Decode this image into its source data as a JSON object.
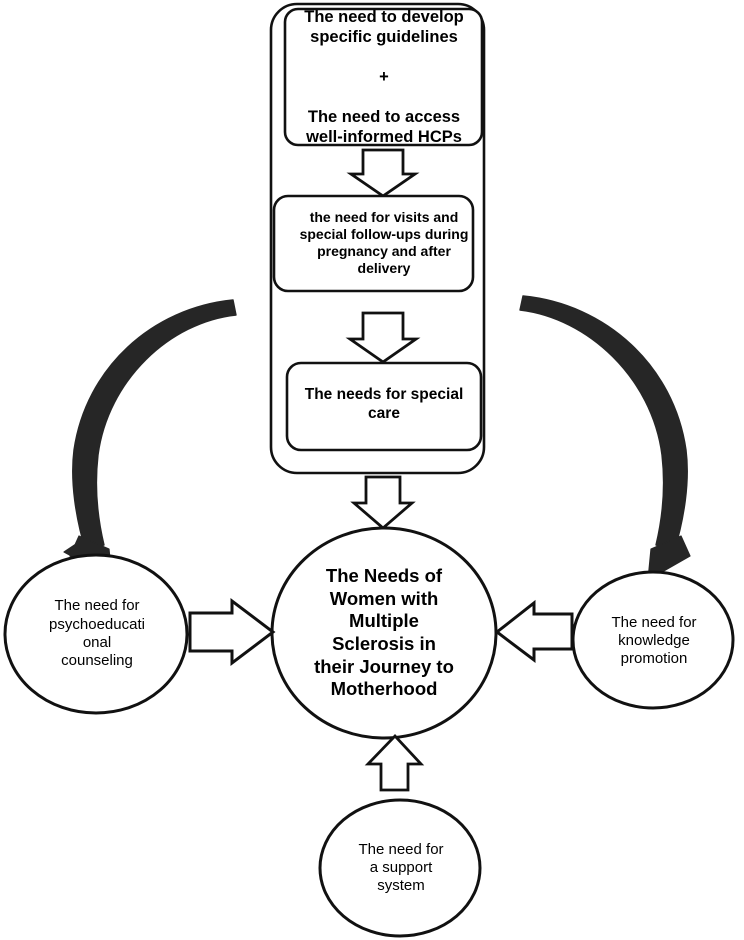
{
  "diagram": {
    "title": "The Needs of Women with Multiple Sclerosis in their Journey to Motherhood",
    "stroke_color": "#111111",
    "fill_color": "#ffffff",
    "arrow_fill_dark": "#262626",
    "group_box": {
      "name": "needs-for-special-care-group"
    },
    "boxes": [
      {
        "id": "guidelines",
        "text": "The need to develop\nspecific guidelines\n\n+\n\nThe need to access\nwell-informed HCPs"
      },
      {
        "id": "visits",
        "text": "the need for visits and\nspecial follow-ups during\npregnancy and after\ndelivery"
      },
      {
        "id": "special-care",
        "text": "The needs for special\ncare"
      }
    ],
    "circles": [
      {
        "id": "center",
        "text": "The Needs of\nWomen with\nMultiple\nSclerosis in\ntheir Journey to\nMotherhood"
      },
      {
        "id": "left",
        "text": "The need for\npsychoeducati\nonal\ncounseling"
      },
      {
        "id": "right",
        "text": "The need for\nknowledge\npromotion"
      },
      {
        "id": "bottom",
        "text": "The need for\na support\nsystem"
      }
    ],
    "connectors": [
      {
        "id": "guidelines-to-visits",
        "kind": "block-arrow",
        "direction": "down"
      },
      {
        "id": "visits-to-special-care",
        "kind": "block-arrow",
        "direction": "down"
      },
      {
        "id": "group-to-center",
        "kind": "block-arrow",
        "direction": "down"
      },
      {
        "id": "left-circle-to-center",
        "kind": "block-arrow",
        "direction": "right"
      },
      {
        "id": "right-circle-to-center",
        "kind": "block-arrow",
        "direction": "left"
      },
      {
        "id": "bottom-circle-to-center",
        "kind": "block-arrow",
        "direction": "up"
      },
      {
        "id": "group-to-left-circle",
        "kind": "curved-arrow",
        "direction": "down-left"
      },
      {
        "id": "group-to-right-circle",
        "kind": "curved-arrow",
        "direction": "down-right"
      }
    ]
  }
}
